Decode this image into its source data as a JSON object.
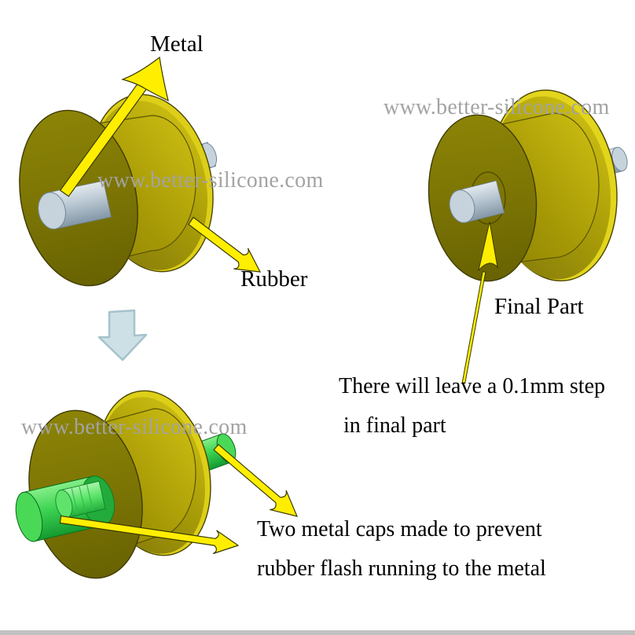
{
  "page": {
    "background": "#ffffff",
    "description_hint": "Annotated 3D illustration of rubber-to-metal bonded pulley molding"
  },
  "watermark": {
    "text": "www.better-silicone.com"
  },
  "labels": {
    "metal": "Metal",
    "rubber": "Rubber",
    "final_part": "Final Part"
  },
  "notes": {
    "step_note_line1": "There will leave a 0.1mm step",
    "step_note_line2": "in final part",
    "caps_note_line1": "Two metal caps made to prevent",
    "caps_note_line2": "rubber flash running to the metal"
  },
  "icons": {
    "metal_arrow": "yellow-curved-arrow-up-right",
    "rubber_arrow": "yellow-concave-arrow-down-right",
    "step_arrow": "thin-yellow-arrow-up",
    "caps_arrow_upper": "yellow-concave-arrow-down-right",
    "caps_arrow_lower": "yellow-concave-arrow-right",
    "process_arrow": "light-blue-block-arrow-down"
  },
  "colors": {
    "arrow_yellow": "#ffee00",
    "arrow_outline": "#3a3a00",
    "block_arrow_blue": "#cde0e6",
    "block_arrow_border": "#a5c2cc",
    "pulley_olive_dark": "#6e6703",
    "pulley_olive_bright": "#c9bb10",
    "pulley_rim_highlight": "#e0d31a",
    "metal_shaft_gray": "#b9c7d2",
    "cap_green": "#3cd352",
    "watermark_gray": "#a3a3a3",
    "bottom_bar_gray": "#c1c1c1",
    "background": "#ffffff"
  }
}
